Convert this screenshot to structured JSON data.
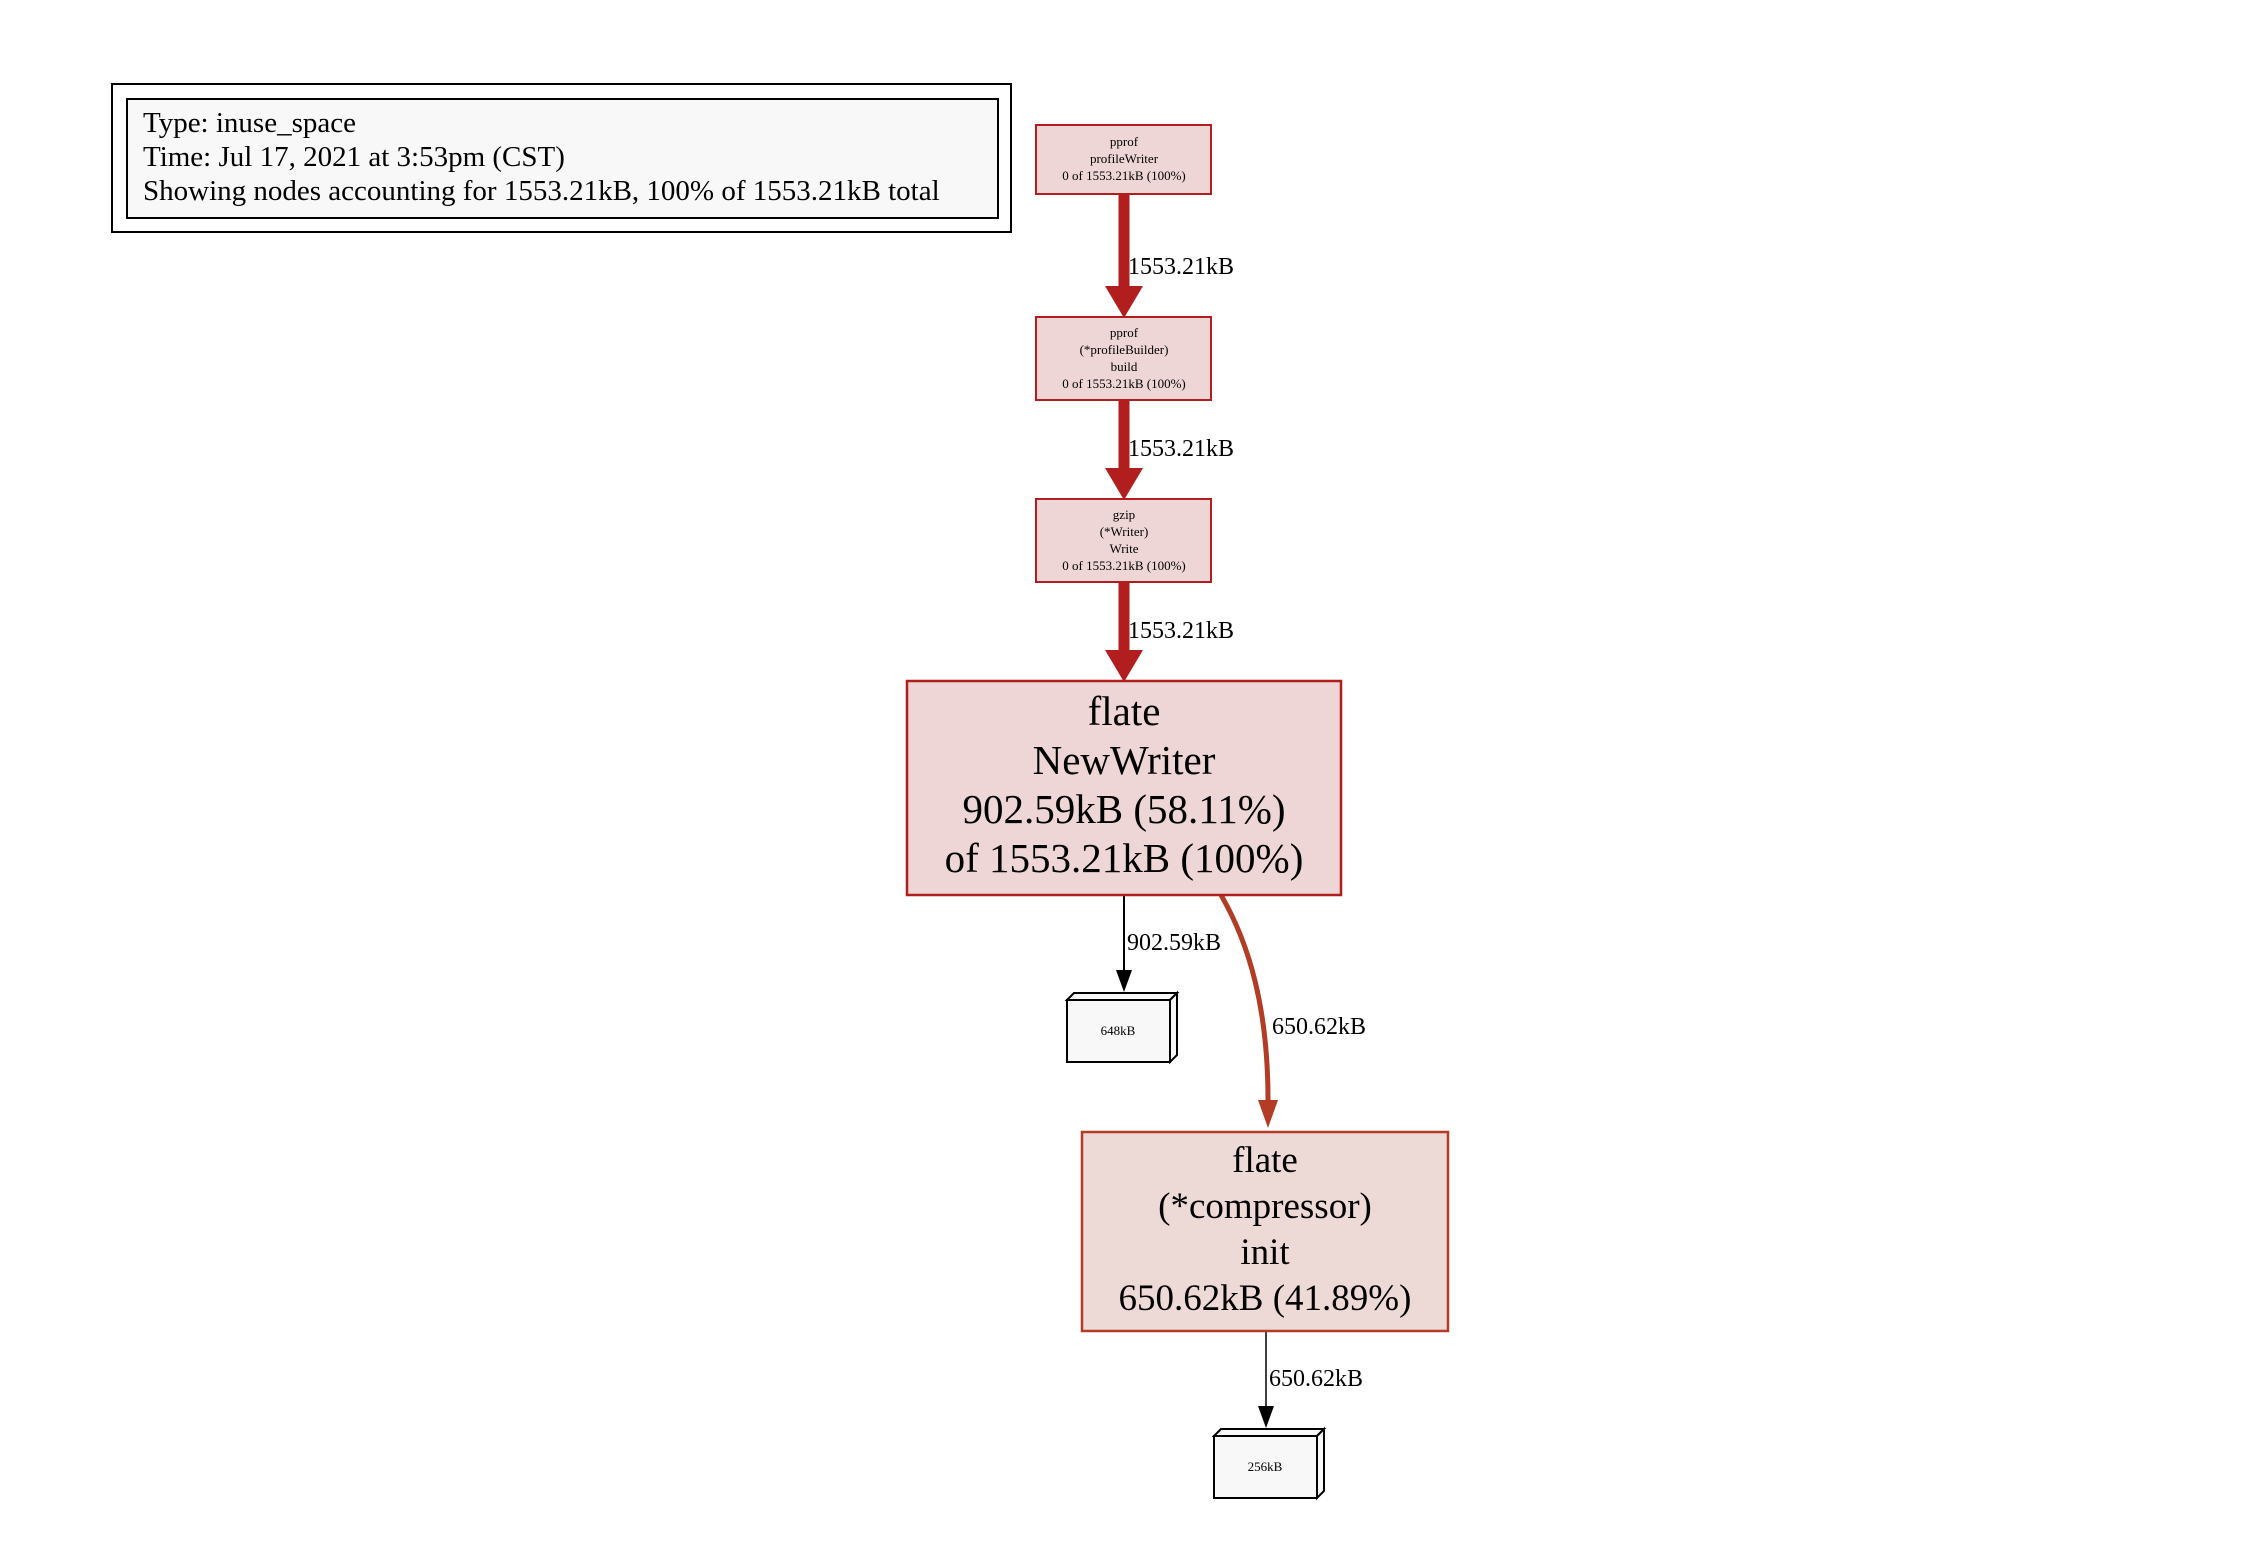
{
  "legend": {
    "lines": [
      "Type: inuse_space",
      "Time: Jul 17, 2021 at 3:53pm (CST)",
      "Showing nodes accounting for 1553.21kB, 100% of 1553.21kB total"
    ]
  },
  "colors": {
    "hot_node_fill": "#edd6d5",
    "hot_node_border": "#b21d1d",
    "warm_node_fill": "#edd9d6",
    "warm_node_border": "#b23c25",
    "hot_edge": "#b21d1d",
    "warm_edge": "#b23c25",
    "cold_edge": "#000000",
    "leaf_fill": "#f8f8f8",
    "legend_fill": "#f8f8f8"
  },
  "nodes": [
    {
      "id": "profileWriter",
      "lines": [
        "pprof",
        "profileWriter",
        "0 of 1553.21kB (100%)"
      ],
      "flat": "0",
      "cum": "1553.21kB",
      "cum_pct": "100%"
    },
    {
      "id": "profileBuilder_build",
      "lines": [
        "pprof",
        "(*profileBuilder)",
        "build",
        "0 of 1553.21kB (100%)"
      ],
      "flat": "0",
      "cum": "1553.21kB",
      "cum_pct": "100%"
    },
    {
      "id": "gzip_Writer_Write",
      "lines": [
        "gzip",
        "(*Writer)",
        "Write",
        "0 of 1553.21kB (100%)"
      ],
      "flat": "0",
      "cum": "1553.21kB",
      "cum_pct": "100%"
    },
    {
      "id": "flate_NewWriter",
      "lines": [
        "flate",
        "NewWriter",
        "902.59kB (58.11%)",
        "of 1553.21kB (100%)"
      ],
      "flat": "902.59kB",
      "flat_pct": "58.11%",
      "cum": "1553.21kB",
      "cum_pct": "100%"
    },
    {
      "id": "flate_compressor_init",
      "lines": [
        "flate",
        "(*compressor)",
        "init",
        "650.62kB (41.89%)"
      ],
      "flat": "650.62kB",
      "flat_pct": "41.89%"
    }
  ],
  "leaves": [
    {
      "id": "leaf_648kB",
      "label": "648kB"
    },
    {
      "id": "leaf_256kB",
      "label": "256kB"
    }
  ],
  "edges": [
    {
      "from": "profileWriter",
      "to": "profileBuilder_build",
      "label": "1553.21kB"
    },
    {
      "from": "profileBuilder_build",
      "to": "gzip_Writer_Write",
      "label": "1553.21kB"
    },
    {
      "from": "gzip_Writer_Write",
      "to": "flate_NewWriter",
      "label": "1553.21kB"
    },
    {
      "from": "flate_NewWriter",
      "to": "leaf_648kB",
      "label": "902.59kB"
    },
    {
      "from": "flate_NewWriter",
      "to": "flate_compressor_init",
      "label": "650.62kB"
    },
    {
      "from": "flate_compressor_init",
      "to": "leaf_256kB",
      "label": "650.62kB"
    }
  ]
}
